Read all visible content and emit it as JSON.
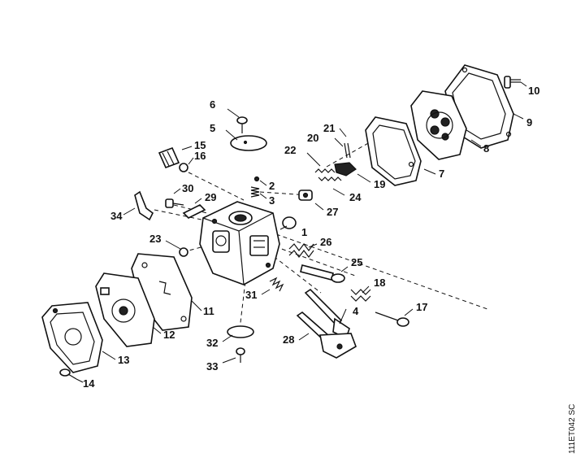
{
  "diagram": {
    "doc_code": "111ET042 SC",
    "callouts": [
      "1",
      "2",
      "3",
      "4",
      "5",
      "6",
      "7",
      "8",
      "9",
      "10",
      "11",
      "12",
      "13",
      "14",
      "15",
      "16",
      "17",
      "18",
      "19",
      "20",
      "21",
      "22",
      "23",
      "24",
      "25",
      "26",
      "27",
      "28",
      "29",
      "30",
      "31",
      "32",
      "33",
      "34"
    ]
  }
}
